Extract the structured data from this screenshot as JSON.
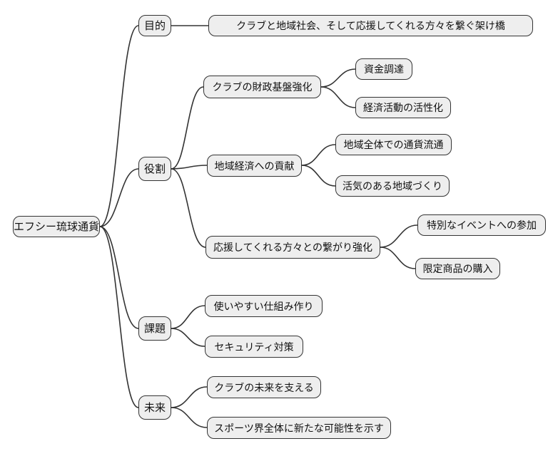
{
  "diagram_type": "mindmap",
  "colors": {
    "background": "#ffffff",
    "node_fill": "#eeeeee",
    "node_border": "#333333",
    "edge": "#333333",
    "text": "#111111"
  },
  "nodes": {
    "root": {
      "label": "エフシー琉球通貨"
    },
    "purpose": {
      "label": "目的"
    },
    "purpose_detail": {
      "label": "クラブと地域社会、そして応援してくれる方々を繋ぐ架け橋"
    },
    "role": {
      "label": "役割"
    },
    "finance": {
      "label": "クラブの財政基盤強化"
    },
    "fundraising": {
      "label": "資金調達"
    },
    "economic_activity": {
      "label": "経済活動の活性化"
    },
    "local_economy": {
      "label": "地域経済への貢献"
    },
    "currency_circulation": {
      "label": "地域全体での通貨流通"
    },
    "vibrant_region": {
      "label": "活気のある地域づくり"
    },
    "supporter_bonds": {
      "label": "応援してくれる方々との繋がり強化"
    },
    "special_events": {
      "label": "特別なイベントへの参加"
    },
    "limited_goods": {
      "label": "限定商品の購入"
    },
    "issues": {
      "label": "課題"
    },
    "usability": {
      "label": "使いやすい仕組み作り"
    },
    "security": {
      "label": "セキュリティ対策"
    },
    "future": {
      "label": "未来"
    },
    "support_club": {
      "label": "クラブの未来を支える"
    },
    "sports_world": {
      "label": "スポーツ界全体に新たな可能性を示す"
    }
  },
  "structure": {
    "root": "root",
    "children": {
      "root": [
        "purpose",
        "role",
        "issues",
        "future"
      ],
      "purpose": [
        "purpose_detail"
      ],
      "role": [
        "finance",
        "local_economy",
        "supporter_bonds"
      ],
      "finance": [
        "fundraising",
        "economic_activity"
      ],
      "local_economy": [
        "currency_circulation",
        "vibrant_region"
      ],
      "supporter_bonds": [
        "special_events",
        "limited_goods"
      ],
      "issues": [
        "usability",
        "security"
      ],
      "future": [
        "support_club",
        "sports_world"
      ]
    }
  }
}
